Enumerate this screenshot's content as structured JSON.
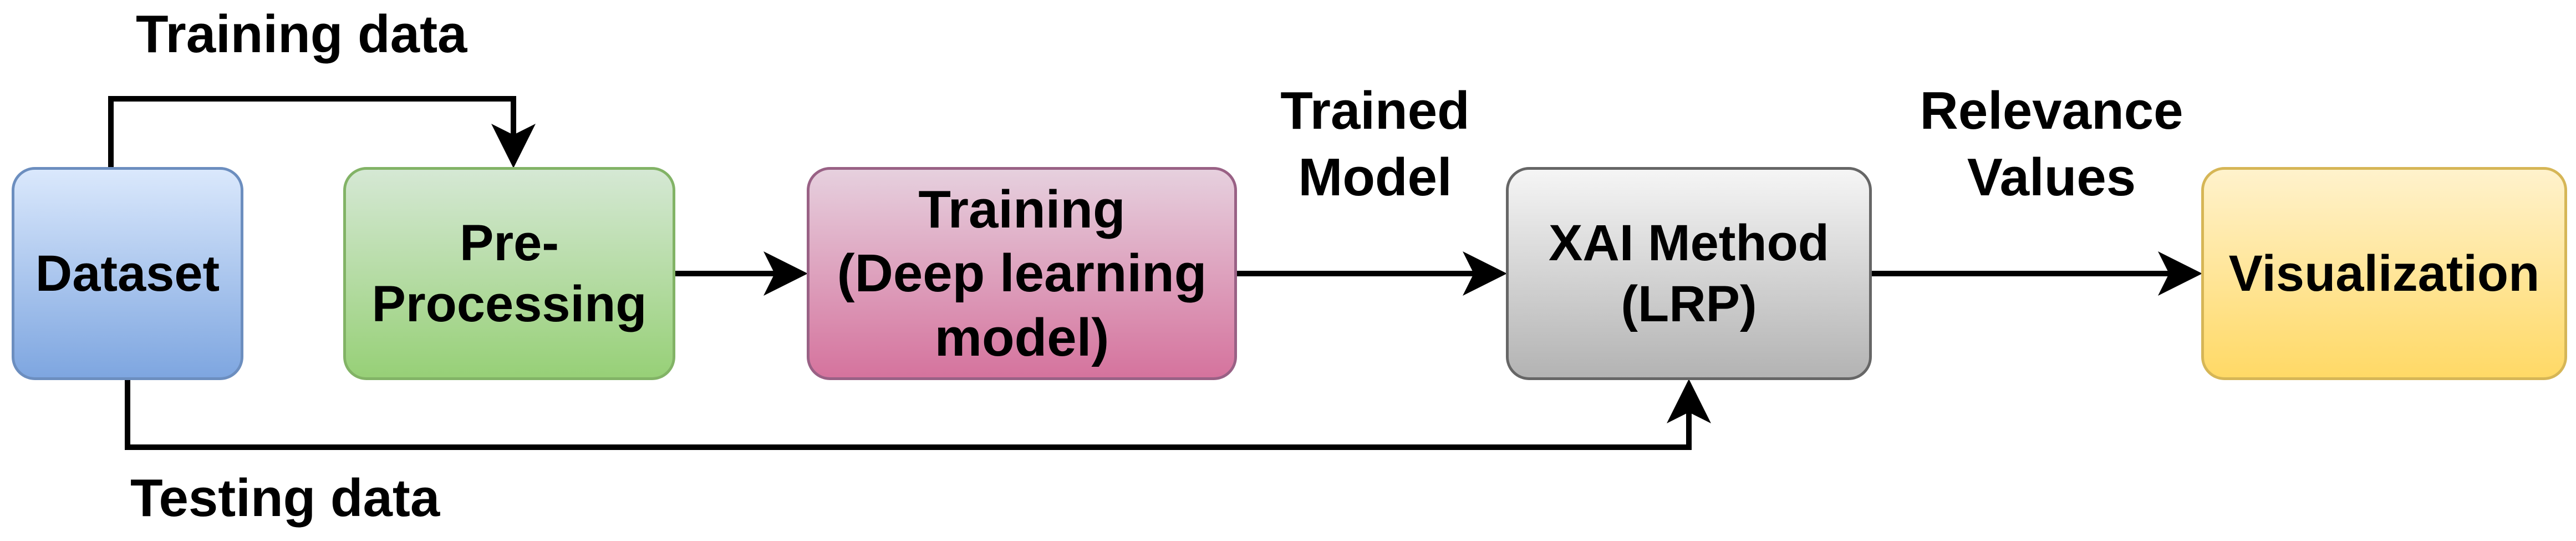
{
  "nodes": {
    "dataset": "Dataset",
    "preprocessing": "Pre-\nProcessing",
    "training": "Training\n(Deep learning\nmodel)",
    "xai": "XAI Method\n(LRP)",
    "visualization": "Visualization"
  },
  "edge_labels": {
    "training_data": "Training data",
    "testing_data": "Testing data",
    "trained_model": "Trained\nModel",
    "relevance_values": "Relevance\nValues"
  },
  "colors": {
    "dataset_fill": "#7ea6e0",
    "preprocessing_fill": "#97d077",
    "training_fill": "#d5739d",
    "xai_fill": "#b3b3b3",
    "visualization_fill": "#ffd966",
    "connector": "#000000"
  }
}
